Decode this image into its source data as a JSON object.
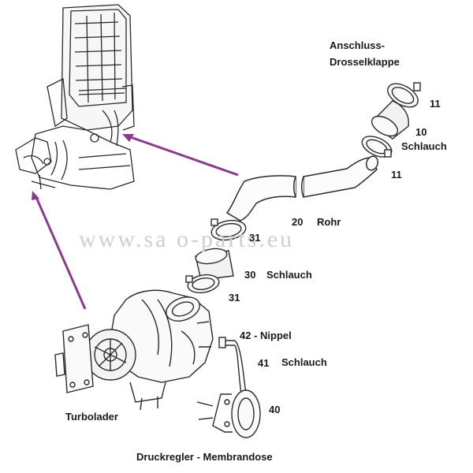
{
  "watermark": "www.sa o-parts.eu",
  "labels": {
    "anschluss_line1": "Anschluss-",
    "anschluss_line2": "Drosselklappe",
    "clamp_top": "11",
    "hose_top_num": "10",
    "hose_top_name": "Schlauch",
    "clamp_mid": "11",
    "pipe_num": "20",
    "pipe_name": "Rohr",
    "clamp_lower_a": "31",
    "hose_lower_num": "30",
    "hose_lower_name": "Schlauch",
    "clamp_lower_b": "31",
    "nipple": "42 - Nippel",
    "hose_small_num": "41",
    "hose_small_name": "Schlauch",
    "part_40": "40",
    "turbolader": "Turbolader",
    "druckregler": "Druckregler - Membrandose"
  },
  "colors": {
    "line": "#2b2b2b",
    "pointer": "#8b3a8b",
    "watermark": "#cfcfcf"
  }
}
